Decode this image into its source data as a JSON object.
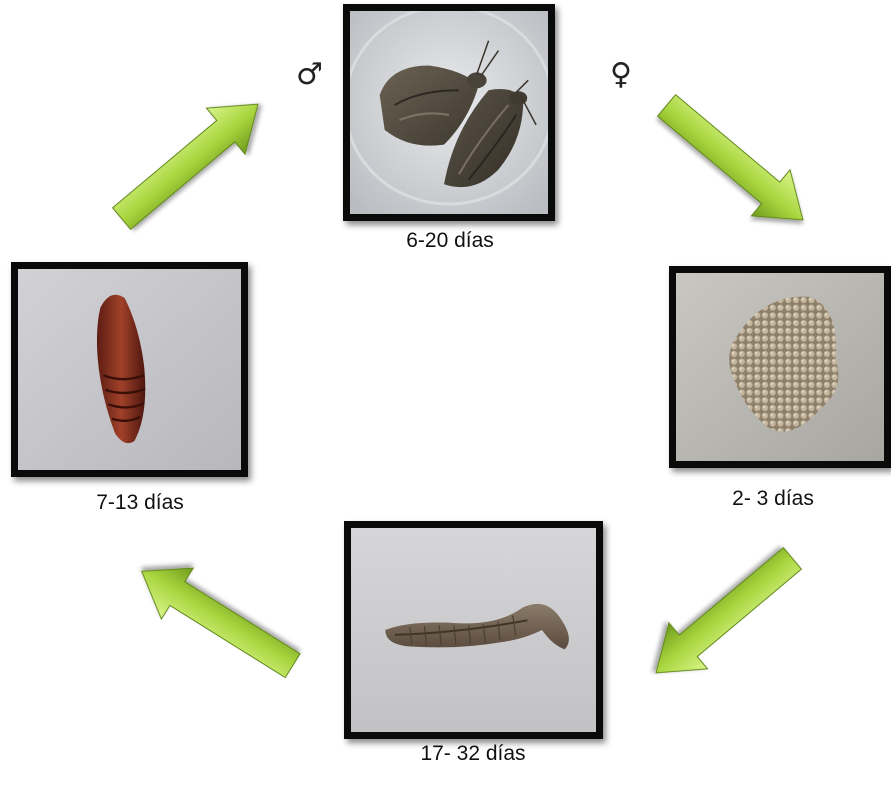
{
  "stages": {
    "adult": {
      "label": "6-20 días"
    },
    "eggs": {
      "label": "2- 3 días"
    },
    "larva": {
      "label": "17- 32 días"
    },
    "pupa": {
      "label": "7-13 días"
    }
  },
  "symbols": {
    "male": "♂",
    "female": "♀"
  },
  "colors": {
    "arrow_light": "#c8ee6a",
    "arrow_dark": "#6f9a1e",
    "frame": "#0a0a0a"
  }
}
